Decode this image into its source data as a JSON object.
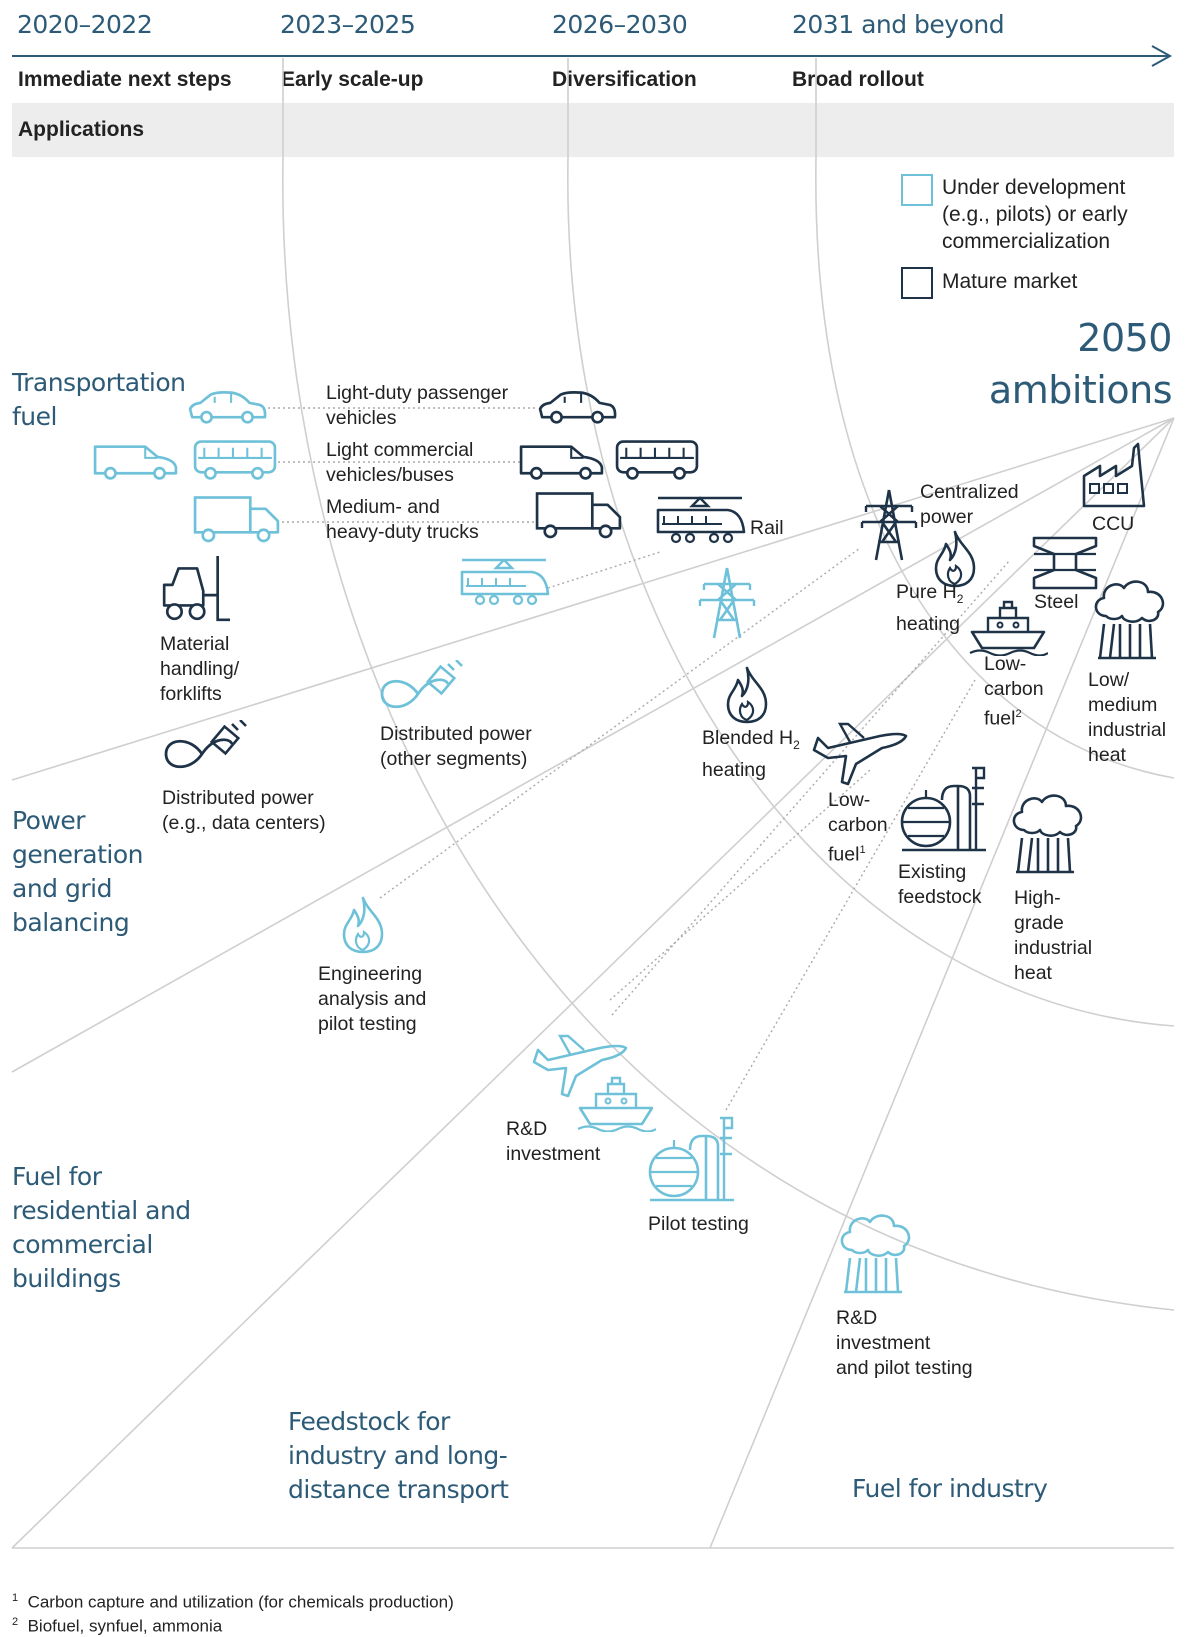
{
  "header": {
    "periods": [
      "2020–2022",
      "2023–2025",
      "2026–2030",
      "2031 and beyond"
    ],
    "phases": [
      "Immediate next steps",
      "Early scale-up",
      "Diversification",
      "Broad rollout"
    ],
    "applications_label": "Applications"
  },
  "legend": {
    "development": "Under development (e.g., pilots) or early commercialization",
    "development_lines": [
      "Under development",
      "(e.g., pilots) or early",
      "commercialization"
    ],
    "mature": "Mature market"
  },
  "ambitions": {
    "line1": "2050",
    "line2": "ambitions"
  },
  "categories": {
    "transport": [
      "Transportation",
      "fuel"
    ],
    "power": [
      "Power",
      "generation",
      "and grid",
      "balancing"
    ],
    "buildings": [
      "Fuel for",
      "residential and",
      "commercial",
      "buildings"
    ],
    "feedstock": [
      "Feedstock for",
      "industry and long-",
      "distance transport"
    ],
    "industry": [
      "Fuel for industry"
    ]
  },
  "labels": {
    "light_duty": [
      "Light-duty passenger",
      "vehicles"
    ],
    "light_commercial": [
      "Light commercial",
      "vehicles/buses"
    ],
    "medium_heavy": [
      "Medium- and",
      "heavy-duty trucks"
    ],
    "rail": "Rail",
    "forklifts": [
      "Material",
      "handling/",
      "forklifts"
    ],
    "dist_power_dc": [
      "Distributed power",
      "(e.g., data centers)"
    ],
    "dist_power_other": [
      "Distributed power",
      "(other segments)"
    ],
    "centralized_power": [
      "Centralized",
      "power"
    ],
    "pure_h2_a": "Pure H",
    "pure_h2_sub": "2",
    "pure_h2_b": "heating",
    "blended_h2_a": "Blended H",
    "blended_h2_sub": "2",
    "blended_h2_b": "heating",
    "ccu": "CCU",
    "steel": "Steel",
    "low_carbon_fuel2": [
      "Low-",
      "carbon",
      "fuel"
    ],
    "low_carbon_fuel2_sup": "2",
    "low_medium_heat": [
      "Low/",
      "medium",
      "industrial",
      "heat"
    ],
    "low_carbon_fuel1": [
      "Low-",
      "carbon",
      "fuel"
    ],
    "low_carbon_fuel1_sup": "1",
    "existing_feedstock": [
      "Existing",
      "feedstock"
    ],
    "high_grade_heat": [
      "High-",
      "grade",
      "industrial",
      "heat"
    ],
    "engineering": [
      "Engineering",
      "analysis and",
      "pilot testing"
    ],
    "rd_investment": [
      "R&D",
      "investment"
    ],
    "pilot_testing": "Pilot testing",
    "rd_pilot": [
      "R&D",
      "investment",
      "and pilot testing"
    ]
  },
  "footnotes": [
    {
      "mark": "1",
      "text": "Carbon capture and utilization (for chemicals production)"
    },
    {
      "mark": "2",
      "text": "Biofuel, synfuel, ammonia"
    }
  ],
  "colors": {
    "development": "#6ec1d8",
    "mature": "#1e3347",
    "accent": "#2d5b77",
    "grid": "#cfcfcf"
  }
}
